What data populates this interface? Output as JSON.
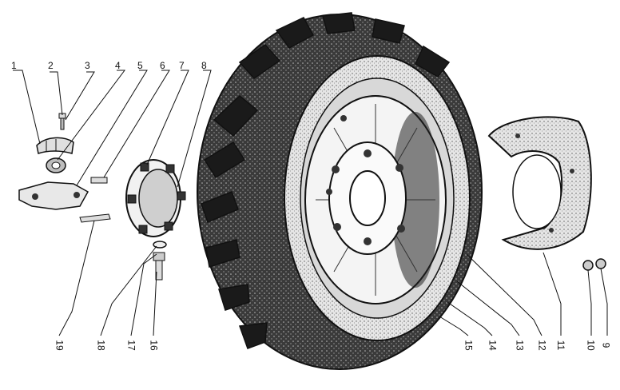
{
  "callouts": [
    "1",
    "2",
    "3",
    "4",
    "5",
    "6",
    "7",
    "8",
    "9",
    "10",
    "11",
    "12",
    "13",
    "14",
    "15",
    "16",
    "17",
    "18",
    "19"
  ],
  "colors": {
    "ink": "#111111",
    "tire": "#2a2a2a",
    "rim": "#f2f2f2",
    "paper": "#ffffff"
  }
}
